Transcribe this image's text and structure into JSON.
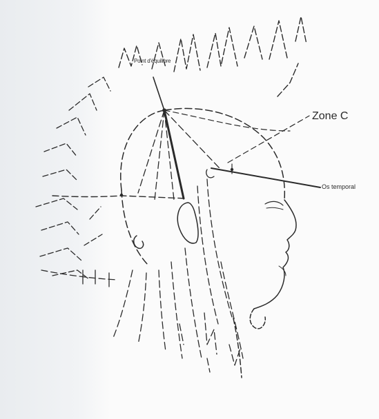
{
  "labels": {
    "balance_point": "Point d'équilibre",
    "zone": "Zone C",
    "temporal_bone": "Os temporal"
  },
  "colors": {
    "ink": "#2a2a2a",
    "paper": "#fbfbfb"
  }
}
